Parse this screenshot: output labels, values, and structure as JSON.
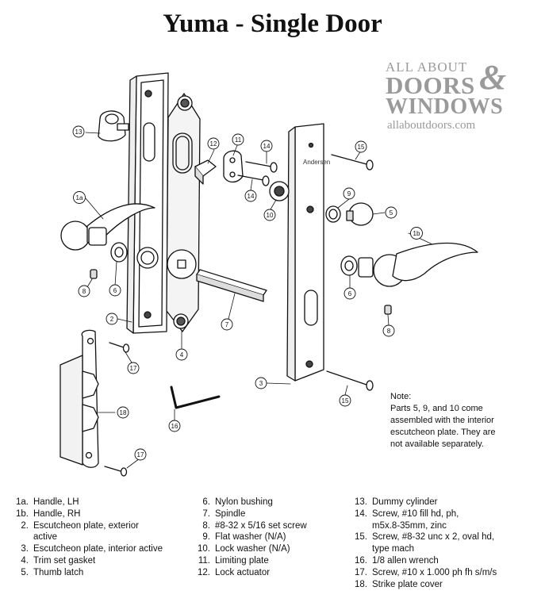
{
  "title": "Yuma - Single Door",
  "logo": {
    "line1": "ALL ABOUT",
    "line2": "DOORS",
    "ampersand": "&",
    "line3": "WINDOWS",
    "url": "allaboutdoors.com"
  },
  "callouts": {
    "n1a": "1a",
    "n1b": "1b",
    "n2": "2",
    "n3": "3",
    "n4": "4",
    "n5": "5",
    "n6": "6",
    "n7": "7",
    "n8": "8",
    "n9": "9",
    "n10": "10",
    "n11": "11",
    "n12": "12",
    "n13": "13",
    "n14": "14",
    "n15": "15",
    "n16": "16",
    "n17": "17",
    "n18": "18"
  },
  "note": {
    "heading": "Note:",
    "line1": "Parts 5, 9, and 10 come",
    "line2": "assembled with the interior",
    "line3": "escutcheon plate. They are",
    "line4": "not available separately."
  },
  "legend": {
    "col1": [
      {
        "num": "1a.",
        "text": "Handle, LH"
      },
      {
        "num": "1b.",
        "text": "Handle, RH"
      },
      {
        "num": "2.",
        "text": "Escutcheon plate, exterior"
      },
      {
        "num": "",
        "text": "active"
      },
      {
        "num": "3.",
        "text": "Escutcheon plate, interior active"
      },
      {
        "num": "4.",
        "text": "Trim set gasket"
      },
      {
        "num": "5.",
        "text": "Thumb latch"
      }
    ],
    "col2": [
      {
        "num": "6.",
        "text": "Nylon bushing"
      },
      {
        "num": "7.",
        "text": "Spindle"
      },
      {
        "num": "8.",
        "text": "#8-32 x 5/16 set screw"
      },
      {
        "num": "9.",
        "text": "Flat washer (N/A)"
      },
      {
        "num": "10.",
        "text": "Lock washer (N/A)"
      },
      {
        "num": "11.",
        "text": "Limiting plate"
      },
      {
        "num": "12.",
        "text": "Lock actuator"
      }
    ],
    "col3": [
      {
        "num": "13.",
        "text": "Dummy cylinder"
      },
      {
        "num": "14.",
        "text": "Screw, #10 fill hd, ph,"
      },
      {
        "num": "",
        "text": "m5x.8-35mm, zinc"
      },
      {
        "num": "15.",
        "text": "Screw, #8-32 unc x 2, oval hd,"
      },
      {
        "num": "",
        "text": "type mach"
      },
      {
        "num": "16.",
        "text": "1/8 allen wrench"
      },
      {
        "num": "17.",
        "text": "Screw, #10 x 1.000 ph fh s/m/s"
      },
      {
        "num": "18.",
        "text": "Strike plate cover"
      }
    ]
  }
}
